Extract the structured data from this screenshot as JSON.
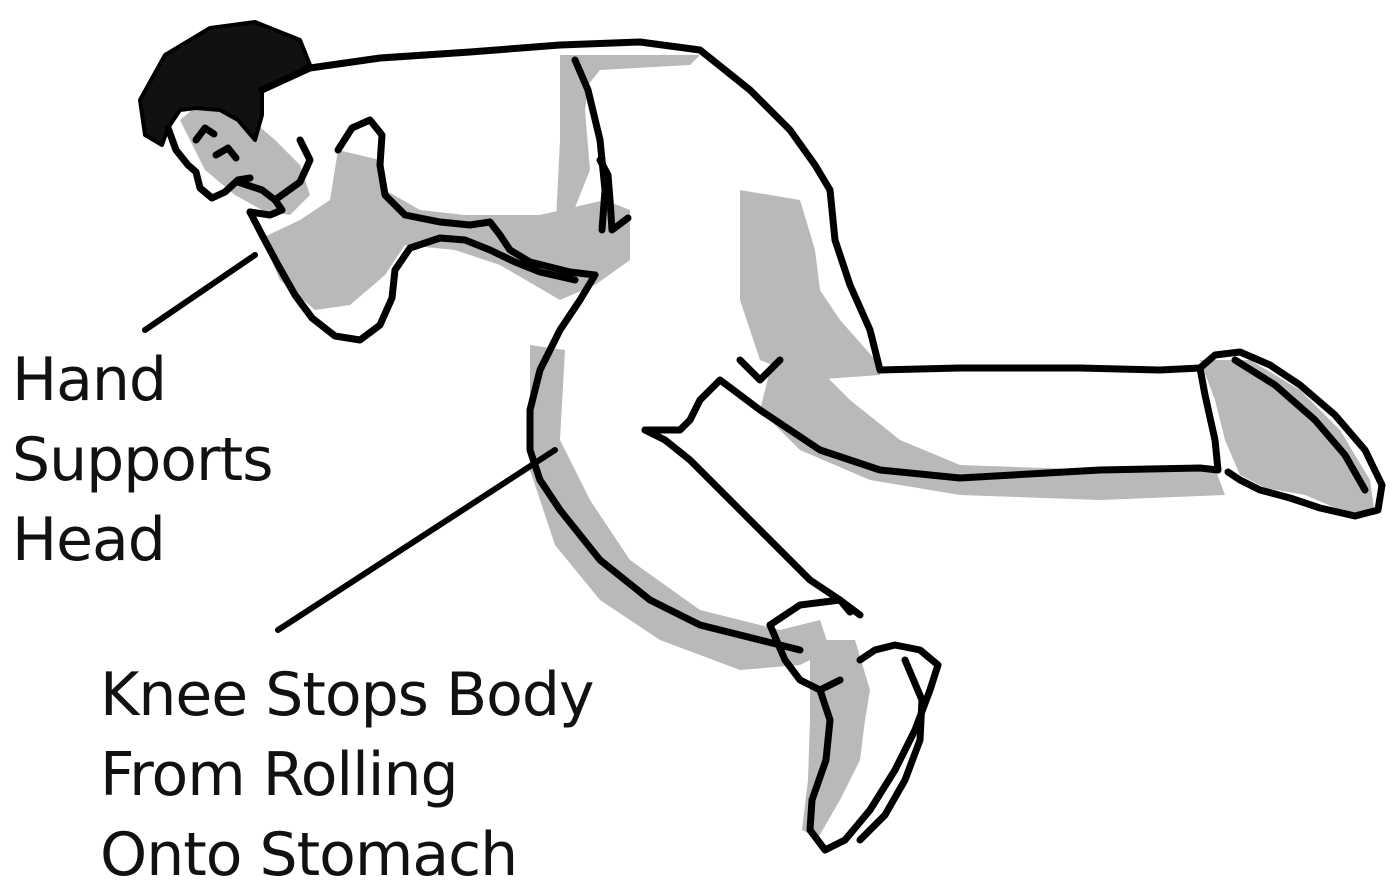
{
  "labels": {
    "hand": [
      "Hand",
      "Supports",
      "Head"
    ],
    "knee": [
      "Knee Stops Body",
      "From Rolling",
      "Onto Stomach"
    ]
  },
  "colors": {
    "outline": "#000000",
    "shadow": "#b9b9bb",
    "hair": "#111111",
    "background": "#ffffff"
  }
}
